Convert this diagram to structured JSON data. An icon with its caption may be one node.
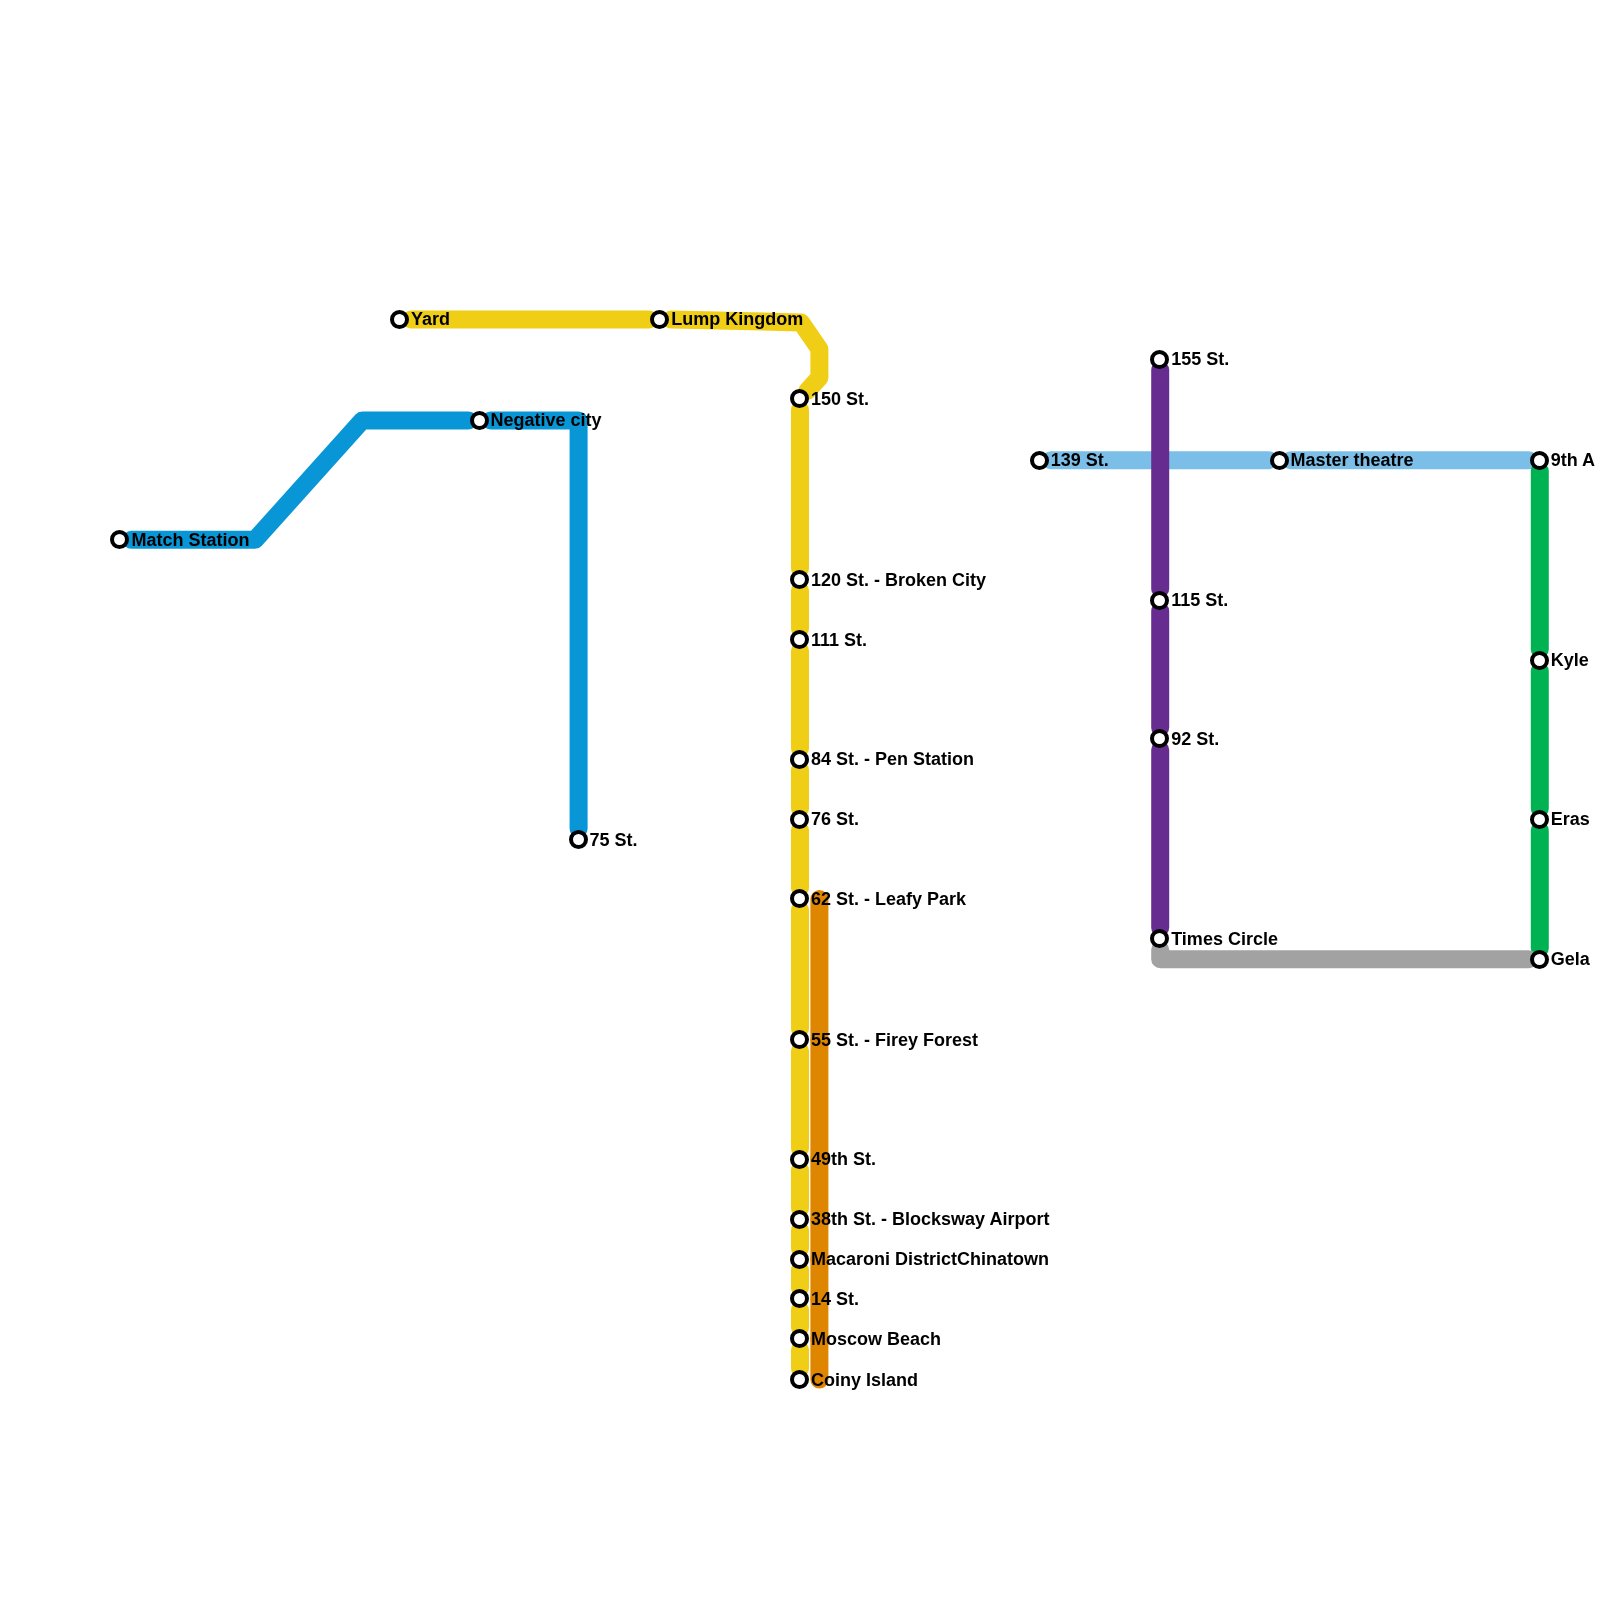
{
  "diagram": {
    "nodes": [
      {
        "text": [
          "Yard"
        ]
      },
      {
        "text": [
          "Lump Kingdom"
        ]
      },
      {
        "text": [
          "150 St."
        ]
      },
      {
        "text": [
          "120 St. - Broken City"
        ]
      },
      {
        "text": [
          "111 St."
        ]
      },
      {
        "text": [
          "84 St. - Pen Station"
        ]
      },
      {
        "text": [
          "76 St."
        ]
      },
      {
        "text": [
          "62 St. - Leafy Park"
        ]
      },
      {
        "text": [
          "55 St. - Firey Forest"
        ]
      },
      {
        "text": [
          "49th St."
        ]
      },
      {
        "text": [
          "38th St. - Blocksway Airport"
        ]
      },
      {
        "text": [
          "Macaroni DistrictChinatown"
        ]
      },
      {
        "text": [
          "14 St."
        ]
      },
      {
        "text": [
          "Moscow Beach"
        ]
      },
      {
        "text": [
          "Coiny Island"
        ]
      },
      {
        "text": [
          "Match Station"
        ]
      },
      {
        "text": [
          "Negative city"
        ]
      },
      {
        "text": [
          "75 St."
        ]
      },
      {
        "text": [
          "139 St."
        ]
      },
      {
        "text": [
          "Master theatre"
        ]
      },
      {
        "text": [
          "9th A"
        ]
      },
      {
        "text": [
          "155 St."
        ]
      },
      {
        "text": [
          "115 St."
        ]
      },
      {
        "text": [
          "92 St."
        ]
      },
      {
        "text": [
          "Times Circle"
        ]
      },
      {
        "text": [
          "Kyle"
        ]
      },
      {
        "text": [
          "Eras"
        ]
      },
      {
        "text": [
          "Gela"
        ]
      }
    ],
    "edges": [
      {
        "from": 0,
        "to": 1,
        "arrow": "none"
      },
      {
        "from": 1,
        "to": 2,
        "arrow": "none"
      },
      {
        "from": 2,
        "to": 3,
        "arrow": "none"
      },
      {
        "from": 3,
        "to": 4,
        "arrow": "none"
      },
      {
        "from": 4,
        "to": 5,
        "arrow": "none"
      },
      {
        "from": 5,
        "to": 6,
        "arrow": "none"
      },
      {
        "from": 6,
        "to": 7,
        "arrow": "none"
      },
      {
        "from": 7,
        "to": 8,
        "arrow": "none"
      },
      {
        "from": 8,
        "to": 9,
        "arrow": "none"
      },
      {
        "from": 9,
        "to": 10,
        "arrow": "none"
      },
      {
        "from": 10,
        "to": 11,
        "arrow": "none"
      },
      {
        "from": 11,
        "to": 12,
        "arrow": "none"
      },
      {
        "from": 12,
        "to": 13,
        "arrow": "none"
      },
      {
        "from": 13,
        "to": 14,
        "arrow": "none"
      },
      {
        "from": 7,
        "to": 8,
        "arrow": "none",
        "color": "#df8600"
      },
      {
        "from": 8,
        "to": 9,
        "arrow": "none",
        "color": "#df8600"
      },
      {
        "from": 9,
        "to": 10,
        "arrow": "none",
        "color": "#df8600"
      },
      {
        "from": 10,
        "to": 11,
        "arrow": "none",
        "color": "#df8600"
      },
      {
        "from": 11,
        "to": 12,
        "arrow": "none",
        "color": "#df8600"
      },
      {
        "from": 12,
        "to": 13,
        "arrow": "none",
        "color": "#df8600"
      },
      {
        "from": 13,
        "to": 14,
        "arrow": "none",
        "color": "#df8600"
      },
      {
        "from": 15,
        "to": 16,
        "arrow": "none",
        "color": "#0896d7"
      },
      {
        "from": 16,
        "to": 17,
        "arrow": "none",
        "color": "#0896d7"
      },
      {
        "from": 18,
        "to": 19,
        "arrow": "none",
        "color": "#7bbfe8"
      },
      {
        "from": 19,
        "to": 20,
        "arrow": "none",
        "color": "#7bbfe8"
      },
      {
        "from": 21,
        "to": 22,
        "arrow": "none",
        "color": "#662c90"
      },
      {
        "from": 22,
        "to": 23,
        "arrow": "none",
        "color": "#662c90"
      },
      {
        "from": 23,
        "to": 24,
        "arrow": "none",
        "color": "#662c90"
      },
      {
        "from": 20,
        "to": 25,
        "arrow": "none",
        "color": "#00b251"
      },
      {
        "from": 25,
        "to": 26,
        "arrow": "none",
        "color": "#00b251"
      },
      {
        "from": 26,
        "to": 27,
        "arrow": "none",
        "color": "#00b251"
      },
      {
        "from": 24,
        "to": 27,
        "arrow": "none",
        "color": "#a2a2a2"
      }
    ]
  }
}
